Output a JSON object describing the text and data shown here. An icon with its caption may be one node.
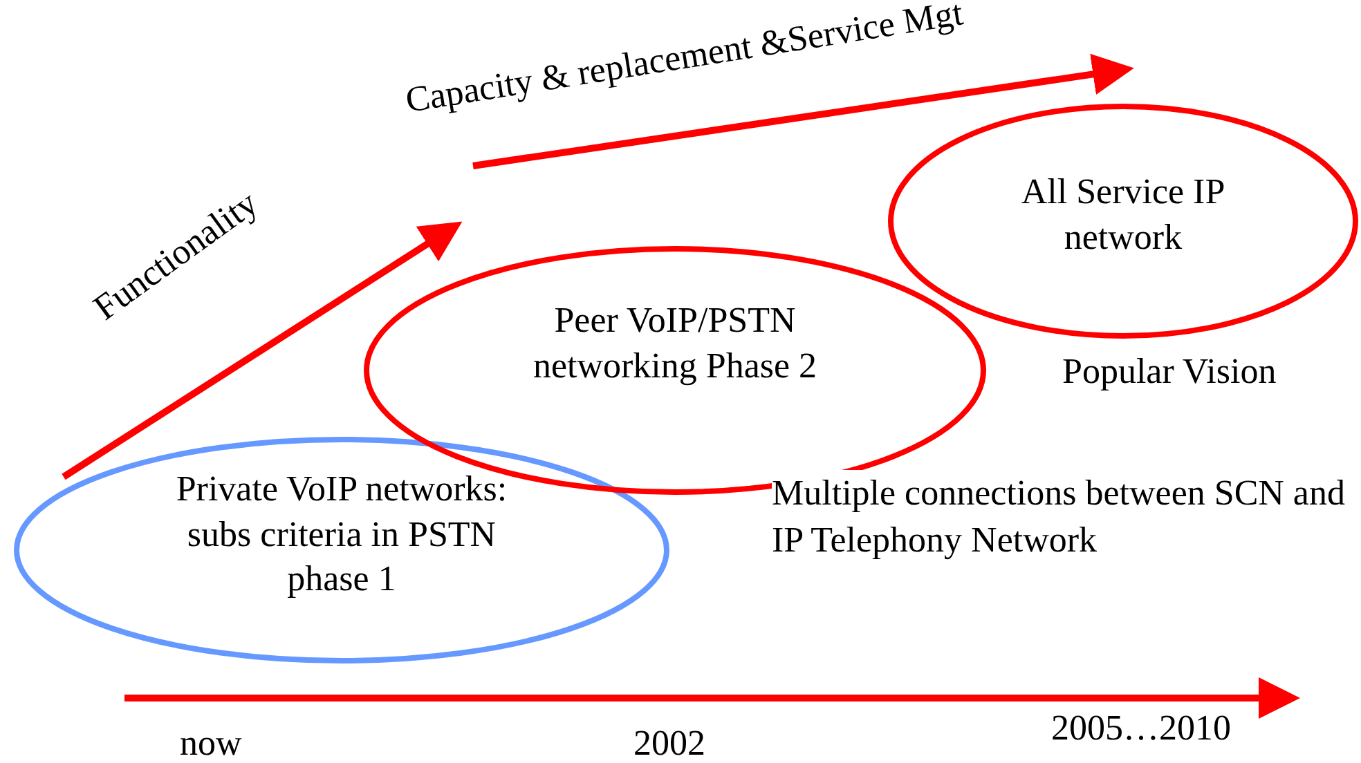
{
  "diagram": {
    "nodes": [
      {
        "text": [
          "Private VoIP networks: subs criteria in PSTN phase 1"
        ]
      },
      {
        "text": [
          "Peer VoIP/PSTN networking Phase 2"
        ],
        "beside": [
          "Multiple connections between SCN and IP Telephony Network"
        ]
      },
      {
        "text": [
          "All Service IP network"
        ],
        "beside": [
          "Popular Vision"
        ]
      }
    ],
    "labels": [
      "Functionality",
      "Capacity & replacement &Service Mgt",
      "now",
      "2002",
      "2005…2010"
    ]
  }
}
